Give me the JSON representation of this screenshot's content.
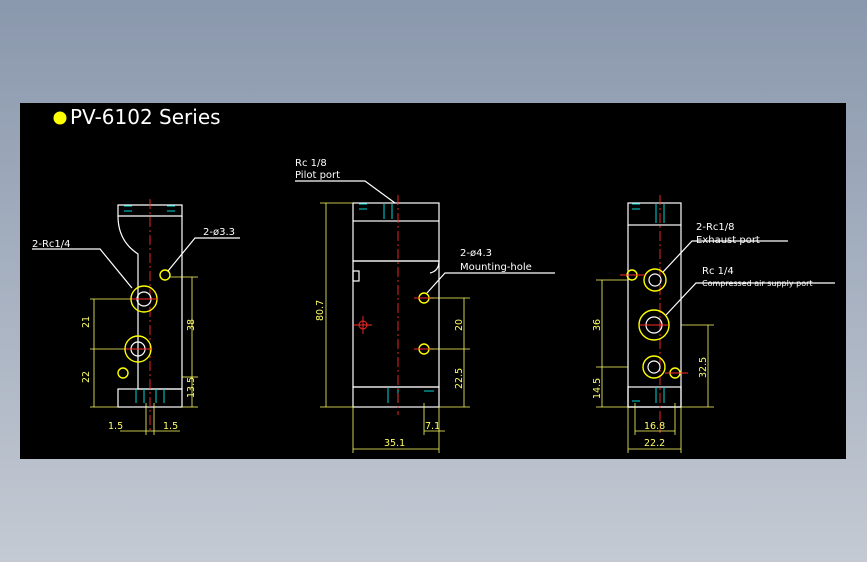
{
  "title": "PV-6102 Series",
  "colors": {
    "sheet": "#000000",
    "outline": "#ffffff",
    "dimension": "#ffff66",
    "centerline": "#ff2a2a",
    "thread": "#00d8d8",
    "bullet": "#ffff00"
  },
  "labels": {
    "left_port": "2-Rc1/4",
    "left_hole": "2-ø3.3",
    "pilot_thread": "Rc 1/8",
    "pilot_name": "Pilot port",
    "mount_count": "2-ø4.3",
    "mount_name": "Mounting-hole",
    "exhaust_thread": "2-Rc1/8",
    "exhaust_name": "Exhaust port",
    "supply_thread": "Rc 1/4",
    "supply_name": "Compressed air supply port"
  },
  "dims": {
    "left_21": "21",
    "left_22": "22",
    "left_38": "38",
    "left_13_5": "13.5",
    "left_1_5_a": "1.5",
    "left_1_5_b": "1.5",
    "mid_80_7": "80.7",
    "mid_20": "20",
    "mid_22_5": "22.5",
    "mid_35_1": "35.1",
    "mid_7_1": "7.1",
    "right_36": "36",
    "right_14_5": "14.5",
    "right_32_5": "32.5",
    "right_16_8": "16.8",
    "right_22_2": "22.2"
  }
}
